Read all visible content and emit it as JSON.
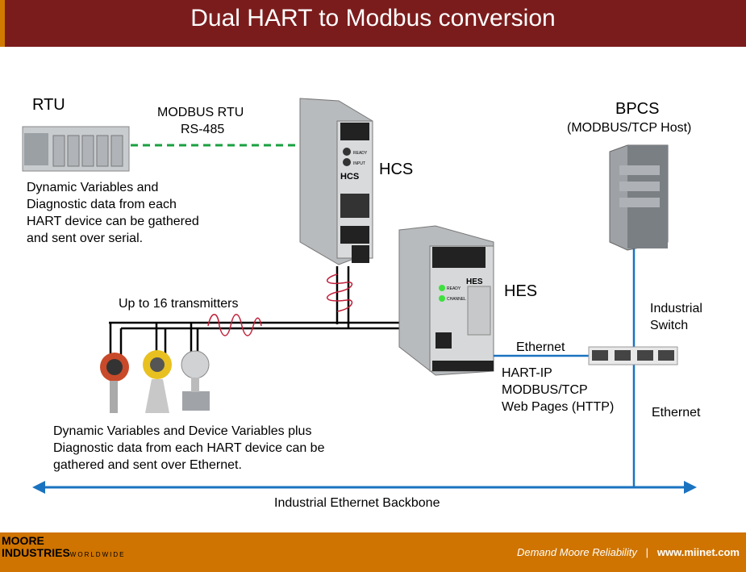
{
  "title": "Dual HART to Modbus conversion",
  "labels": {
    "rtu": "RTU",
    "modbus_rtu": "MODBUS RTU",
    "rs485": "RS-485",
    "hcs": "HCS",
    "hes": "HES",
    "bpcs": "BPCS",
    "bpcs_sub": "(MODBUS/TCP Host)",
    "rtu_desc": [
      "Dynamic Variables and",
      "Diagnostic data from each",
      "HART device can be gathered",
      "and sent over serial."
    ],
    "transmitters": "Up to 16 transmitters",
    "switch": [
      "Industrial",
      "Switch"
    ],
    "ethernet_top": "Ethernet",
    "protocols": [
      "HART-IP",
      "MODBUS/TCP",
      "Web Pages (HTTP)"
    ],
    "ethernet_right": "Ethernet",
    "hes_desc": [
      "Dynamic Variables and Device Variables plus",
      "Diagnostic data from each HART device can be",
      "gathered and sent over Ethernet."
    ],
    "backbone": "Industrial Ethernet Backbone"
  },
  "device_text": {
    "hcs_ready": "READY",
    "hcs_input": "INPUT",
    "hes_ready": "READY",
    "hes_channel": "CHANNEL 1"
  },
  "footer": {
    "logo_line1": "MOORE",
    "logo_line2": "INDUSTRIES",
    "logo_line3": "WORLDWIDE",
    "tagline": "Demand Moore Reliability",
    "separator": "|",
    "url": "www.miinet.com"
  },
  "colors": {
    "title_bg": "#7b1c1c",
    "footer_bg": "#cf7400",
    "serial_line": "#1aa040",
    "ethernet_line": "#1a73c0",
    "hart_signal": "#c0203a"
  }
}
